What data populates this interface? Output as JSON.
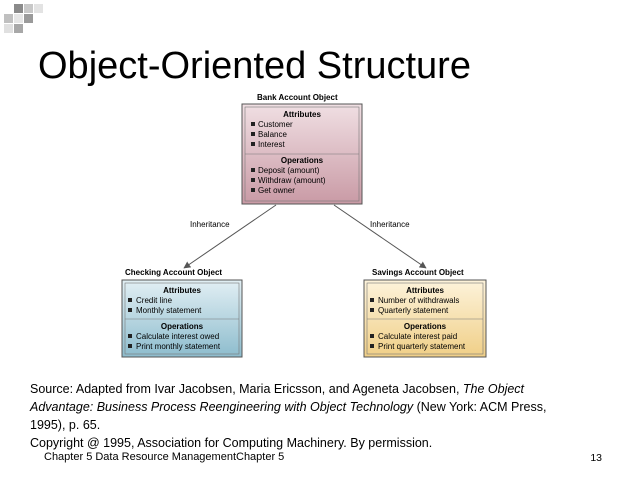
{
  "slide": {
    "title": "Object-Oriented Structure",
    "footer": "Chapter 5 Data Resource ManagementChapter 5",
    "page_number": "13"
  },
  "diagram": {
    "parent": {
      "name": "Bank Account Object",
      "attributes_heading": "Attributes",
      "attributes": [
        "Customer",
        "Balance",
        "Interest"
      ],
      "operations_heading": "Operations",
      "operations": [
        "Deposit (amount)",
        "Withdraw (amount)",
        "Get owner"
      ]
    },
    "left_child": {
      "name": "Checking Account Object",
      "attributes_heading": "Attributes",
      "attributes": [
        "Credit line",
        "Monthly statement"
      ],
      "operations_heading": "Operations",
      "operations": [
        "Calculate interest owed",
        "Print monthly statement"
      ]
    },
    "right_child": {
      "name": "Savings Account Object",
      "attributes_heading": "Attributes",
      "attributes": [
        "Number of withdrawals",
        "Quarterly statement"
      ],
      "operations_heading": "Operations",
      "operations": [
        "Calculate interest paid",
        "Print quarterly statement"
      ]
    },
    "left_arrow_label": "Inheritance",
    "right_arrow_label": "Inheritance",
    "colors": {
      "parent_fill": "#d3a9b2",
      "parent_fill_light": "#eeddE2",
      "left_fill": "#9fc5d3",
      "left_fill_light": "#ddebf1",
      "right_fill": "#f3d79a",
      "right_fill_light": "#fbf0d3"
    }
  },
  "source": {
    "line1_prefix": "Source: Adapted from Ivar Jacobsen, Maria Ericsson, and Ageneta Jacobsen, ",
    "book_title_part1": "The Object",
    "book_title_part2": "Advantage: Business Process Reengineering with Object Technology",
    "publisher": " (New York: ACM Press,",
    "line3": "1995), p. 65.",
    "copyright": "Copyright @ 1995, Association for Computing Machinery.  By permission."
  }
}
